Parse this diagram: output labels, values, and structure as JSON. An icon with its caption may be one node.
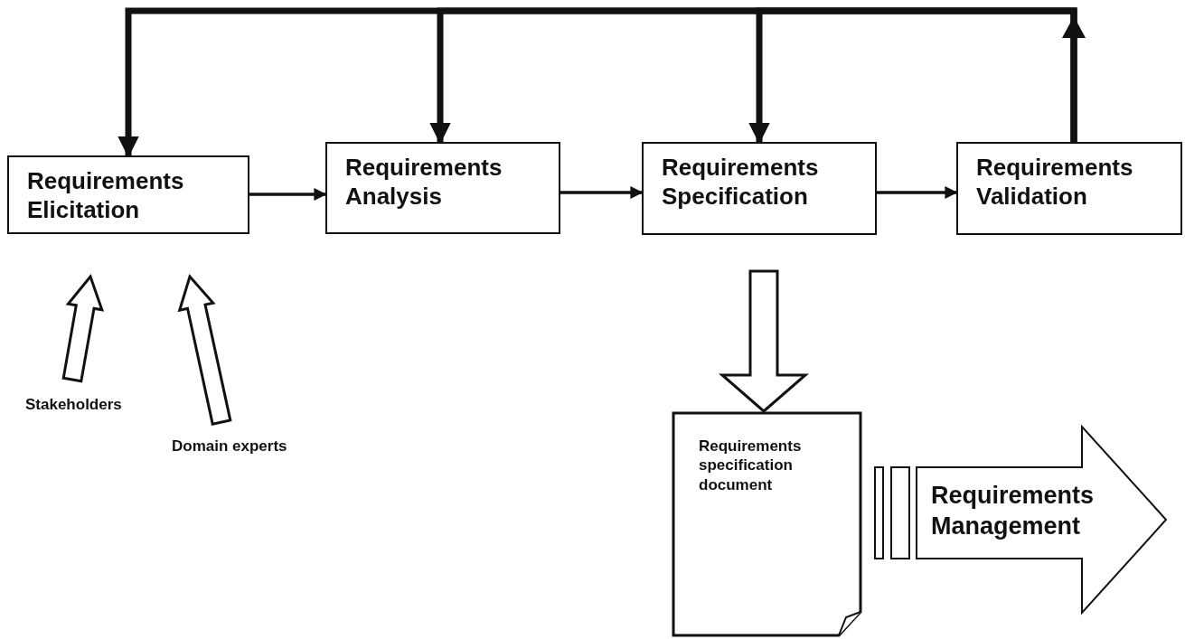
{
  "diagram": {
    "nodes": [
      {
        "text": [
          "Requirements Elicitation"
        ]
      },
      {
        "text": [
          "Requirements Analysis"
        ]
      },
      {
        "text": [
          "Requirements Specification"
        ]
      },
      {
        "text": [
          "Requirements Validation"
        ]
      },
      {
        "text": [
          "Stakeholders"
        ]
      },
      {
        "text": [
          "Domain experts"
        ]
      },
      {
        "text": [
          "Requirements specification document"
        ]
      },
      {
        "text": [
          "Requirements Management"
        ]
      }
    ],
    "edges": [
      {
        "from": 0,
        "to": 1,
        "arrow": "to"
      },
      {
        "from": 1,
        "to": 2,
        "arrow": "to"
      },
      {
        "from": 2,
        "to": 3,
        "arrow": "to"
      },
      {
        "from": 3,
        "to": 0,
        "arrow": "to",
        "style": "thick"
      },
      {
        "from": 3,
        "to": 1,
        "arrow": "to",
        "style": "thick"
      },
      {
        "from": 3,
        "to": 2,
        "arrow": "to",
        "style": "thick"
      },
      {
        "from": 2,
        "to": 6,
        "arrow": "to"
      },
      {
        "from": 4,
        "to": 0,
        "arrow": "to"
      },
      {
        "from": 5,
        "to": 0,
        "arrow": "to"
      }
    ]
  }
}
